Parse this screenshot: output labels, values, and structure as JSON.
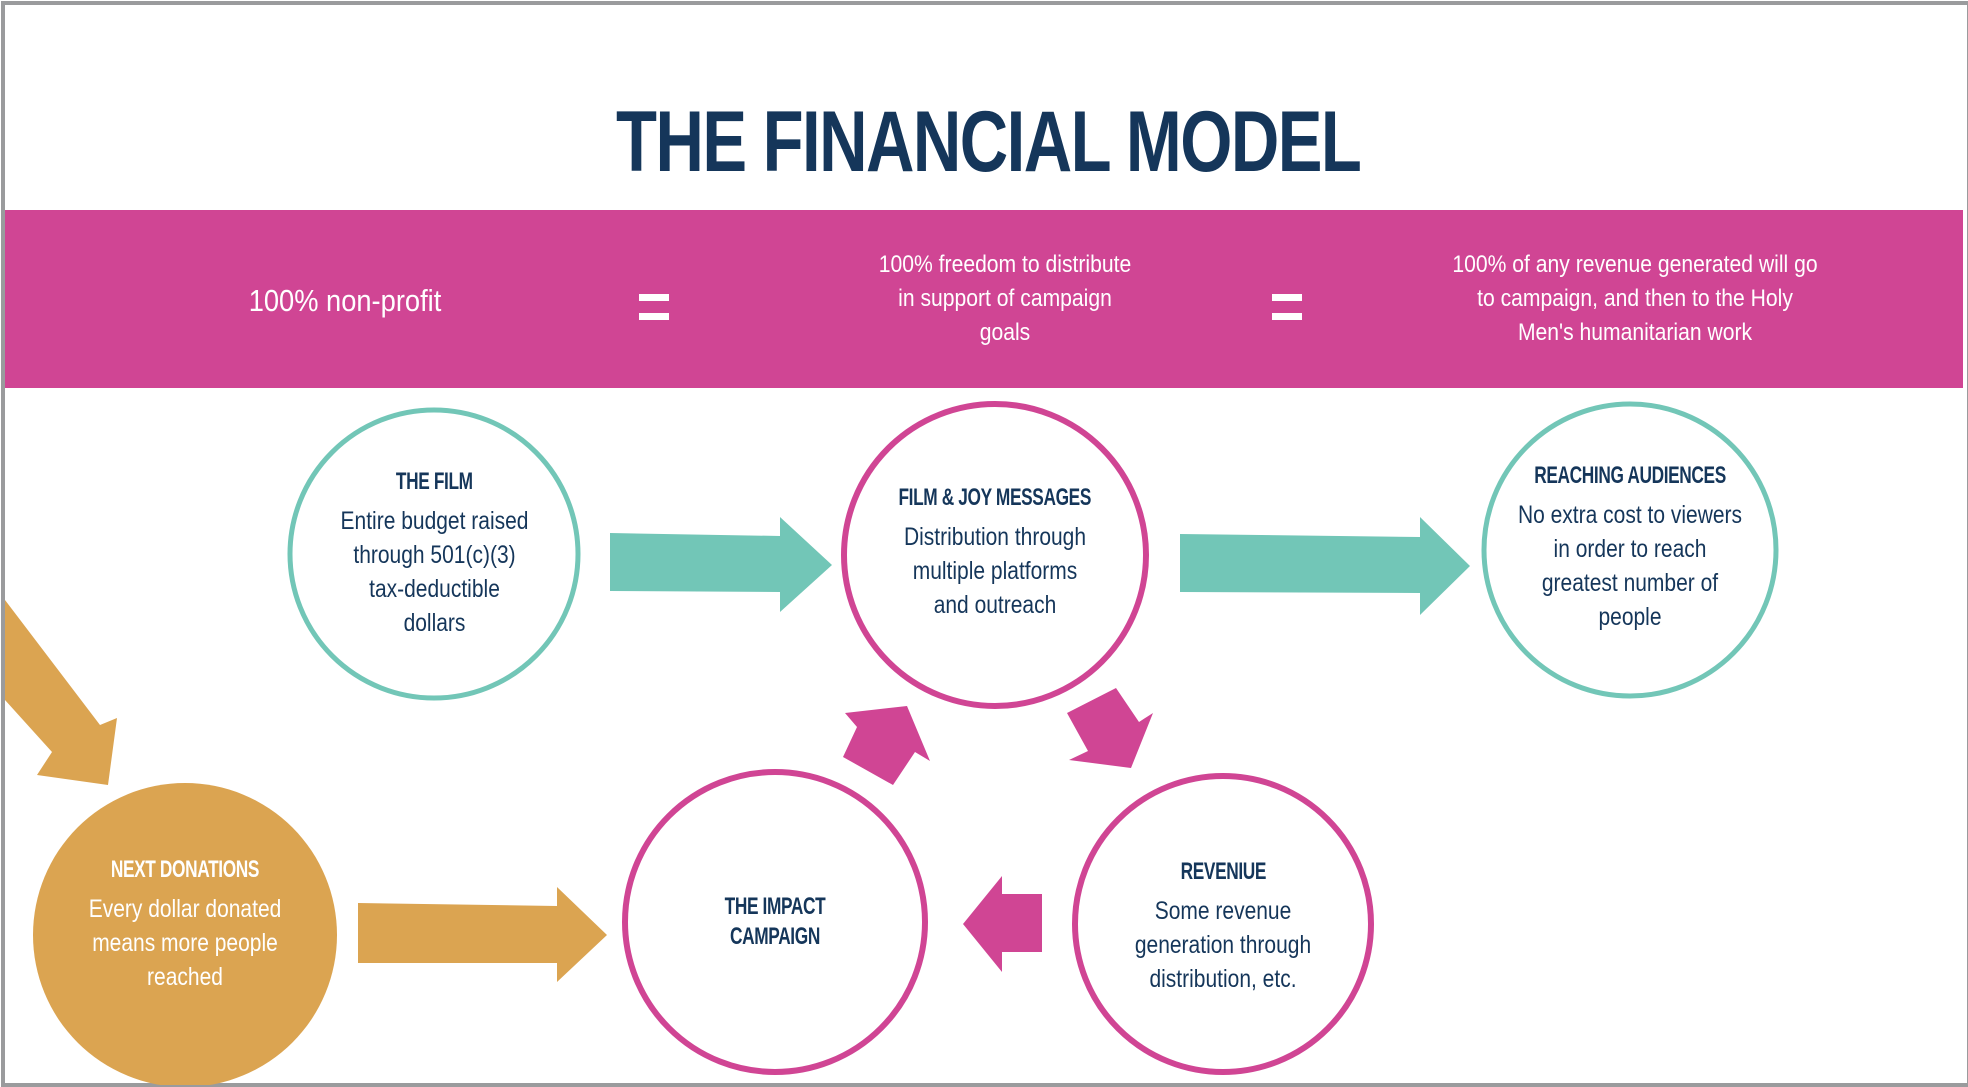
{
  "title": "THE FINANCIAL MODEL",
  "colors": {
    "navy": "#15365a",
    "pink": "#d04594",
    "teal": "#72c6b7",
    "gold": "#dba451",
    "frame": "#9a9b9d"
  },
  "banner": {
    "items": [
      "100% non-profit",
      "100% freedom to distribute in support of campaign goals",
      "100% of any revenue generated will go to campaign, and then to the Holy Men's humanitarian work"
    ],
    "separators": [
      "=",
      "="
    ]
  },
  "nodes": {
    "film": {
      "title": "THE FILM",
      "body": "Entire budget raised through 501(c)(3) tax-deductible dollars",
      "style": "teal-outline"
    },
    "messages": {
      "title": "FILM & JOY MESSAGES",
      "body": "Distribution through multiple platforms and outreach",
      "style": "pink-outline"
    },
    "audiences": {
      "title": "REACHING AUDIENCES",
      "body": "No extra cost to viewers in order to reach greatest number of people",
      "style": "teal-outline"
    },
    "donations": {
      "title": "NEXT DONATIONS",
      "body": "Every dollar donated means more people reached",
      "style": "gold-filled"
    },
    "impact": {
      "title": "THE IMPACT CAMPAIGN",
      "body": "",
      "style": "pink-outline"
    },
    "revenue": {
      "title": "REVENIUE",
      "body": "Some revenue generation through distribution, etc.",
      "style": "pink-outline"
    }
  },
  "flows": [
    {
      "from": "film",
      "to": "messages",
      "color": "teal"
    },
    {
      "from": "messages",
      "to": "audiences",
      "color": "teal"
    },
    {
      "from": "messages",
      "to": "revenue",
      "color": "pink"
    },
    {
      "from": "revenue",
      "to": "impact",
      "color": "pink"
    },
    {
      "from": "impact",
      "to": "messages",
      "color": "pink"
    },
    {
      "from": "donations",
      "to": "impact",
      "color": "gold"
    },
    {
      "from": "external",
      "to": "donations",
      "color": "gold"
    }
  ]
}
